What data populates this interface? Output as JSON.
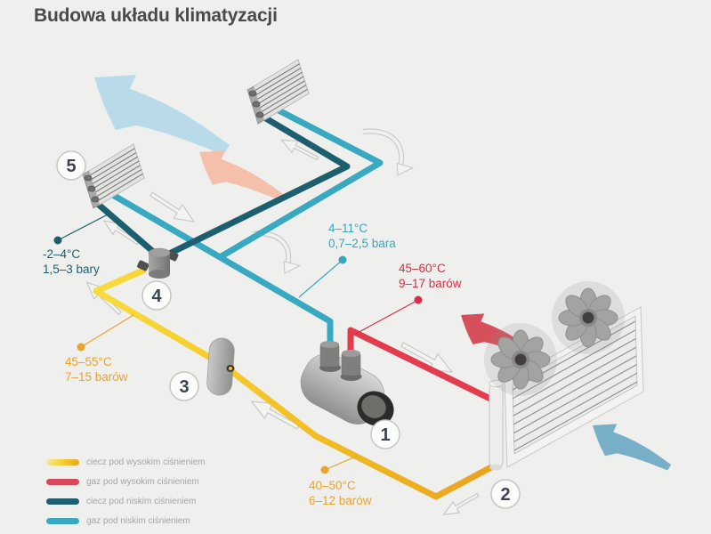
{
  "title": "Budowa układu klimatyzacji",
  "markers": {
    "compressor": "1",
    "condenser": "2",
    "filter_drier": "3",
    "expansion_valve": "4",
    "evaporator": "5"
  },
  "callouts": {
    "low_pressure_liquid": {
      "temp": "-2–4°C",
      "pressure": "1,5–3 bary"
    },
    "low_pressure_gas": {
      "temp": "4–11°C",
      "pressure": "0,7–2,5 bara"
    },
    "high_pressure_gas": {
      "temp": "45–60°C",
      "pressure": "9–17 barów"
    },
    "high_pressure_liquid": {
      "temp": "45–55°C",
      "pressure": "7–15 barów"
    },
    "condenser_outlet": {
      "temp": "40–50°C",
      "pressure": "6–12 barów"
    }
  },
  "legend": {
    "items": [
      {
        "label": "ciecz pod wysokim ciśnieniem",
        "color": "#eaa41f",
        "color2": "#f8e79b"
      },
      {
        "label": "gaz pod wysokim ciśnieniem",
        "color": "#d6485a"
      },
      {
        "label": "ciecz pod niskim ciśnieniem",
        "color": "#1d5f6e"
      },
      {
        "label": "gaz pod niskim ciśnieniem",
        "color": "#39a9c1"
      }
    ]
  },
  "colors": {
    "background": "#efefed",
    "title_text": "#4a4a4a",
    "pipe_high_liquid_start": "#f8dc3f",
    "pipe_high_liquid_end": "#eba11d",
    "pipe_high_gas": "#e23c4e",
    "pipe_low_liquid": "#1d5f6e",
    "pipe_low_gas": "#39a9c1",
    "label_red": "#d62f46",
    "label_orange": "#eaa42c",
    "big_arrow_cool": "#b9dbe9",
    "big_arrow_warm": "#f4c0ab",
    "big_arrow_hot": "#d6505c",
    "big_arrow_ambient": "#77aec8"
  }
}
